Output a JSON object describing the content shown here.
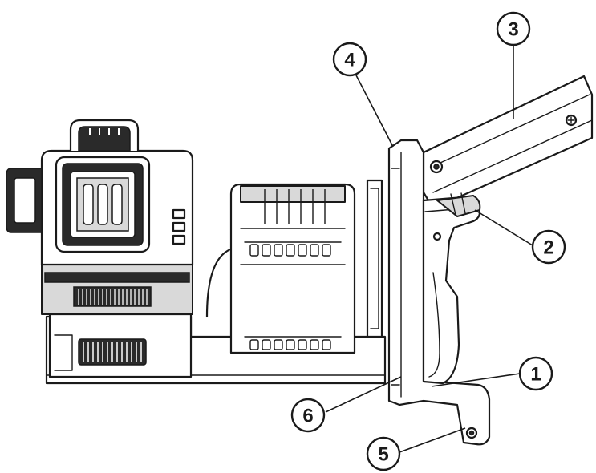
{
  "callouts": [
    {
      "id": "1",
      "label": "1"
    },
    {
      "id": "2",
      "label": "2"
    },
    {
      "id": "3",
      "label": "3"
    },
    {
      "id": "4",
      "label": "4"
    },
    {
      "id": "5",
      "label": "5"
    },
    {
      "id": "6",
      "label": "6"
    }
  ]
}
